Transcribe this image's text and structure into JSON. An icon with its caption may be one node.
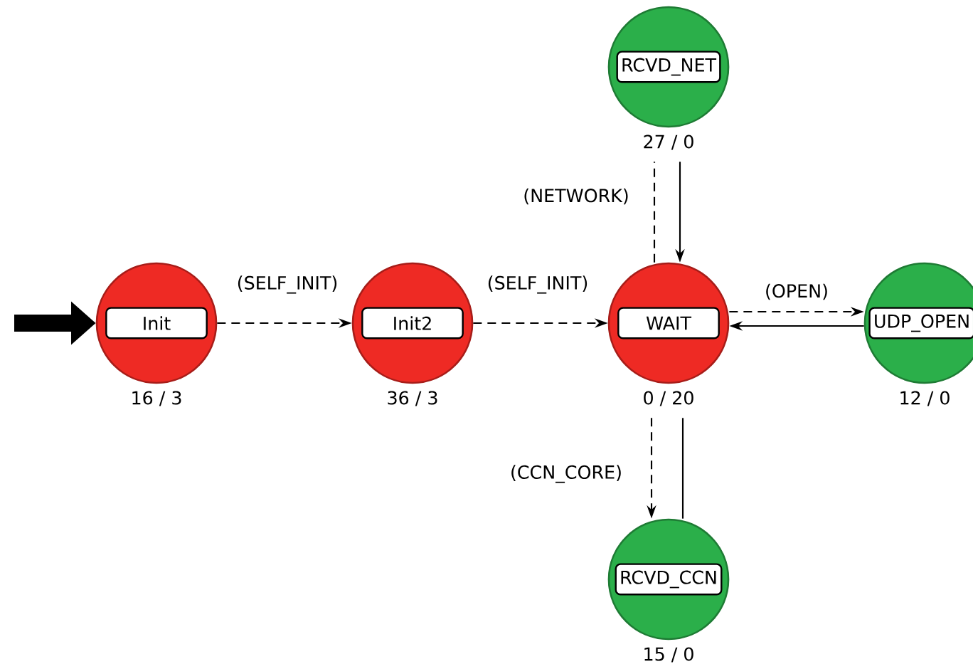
{
  "diagram": {
    "nodes": [
      {
        "text": [
          "Init"
        ],
        "beside": [
          "16 / 3"
        ]
      },
      {
        "text": [
          "Init2"
        ],
        "beside": [
          "36 / 3"
        ]
      },
      {
        "text": [
          "WAIT"
        ],
        "beside": [
          "0 / 20"
        ]
      },
      {
        "text": [
          "RCVD_NET"
        ],
        "beside": [
          "27 / 0"
        ]
      },
      {
        "text": [
          "UDP_OPEN"
        ],
        "beside": [
          "12 / 0"
        ]
      },
      {
        "text": [
          "RCVD_CCN"
        ],
        "beside": [
          "15 / 0"
        ]
      }
    ],
    "edges": [
      {
        "from": null,
        "to": 0,
        "arrow": "to",
        "style": "thick"
      },
      {
        "from": 0,
        "to": 1,
        "arrow": "to",
        "style": "dashed",
        "label": "(SELF_INIT)"
      },
      {
        "from": 1,
        "to": 2,
        "arrow": "to",
        "style": "dashed",
        "label": "(SELF_INIT)"
      },
      {
        "from": 2,
        "to": 3,
        "arrow": "none",
        "style": "dashed",
        "label": "(NETWORK)"
      },
      {
        "from": 3,
        "to": 2,
        "arrow": "to"
      },
      {
        "from": 2,
        "to": 4,
        "arrow": "to",
        "style": "dashed",
        "label": "(OPEN)"
      },
      {
        "from": 4,
        "to": 2,
        "arrow": "to"
      },
      {
        "from": 2,
        "to": 5,
        "arrow": "to",
        "style": "dashed",
        "label": "(CCN_CORE)"
      },
      {
        "from": 5,
        "to": 2,
        "arrow": "none"
      }
    ]
  }
}
